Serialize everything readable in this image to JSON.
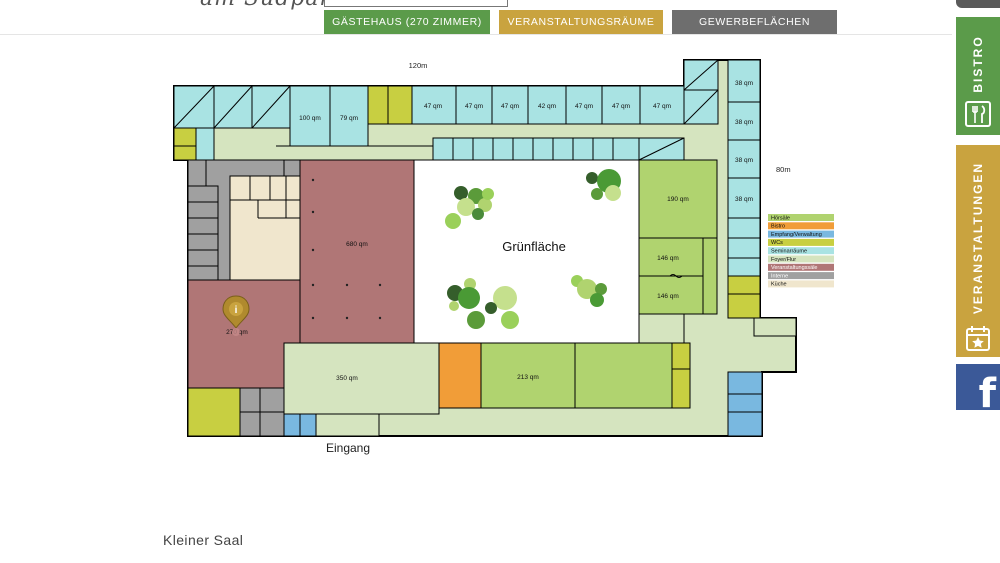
{
  "header": {
    "logo_text": "am Südpark",
    "tabs": [
      {
        "label": "GÄSTEHAUS (270 ZIMMER)",
        "color": "#5b9b4a"
      },
      {
        "label": "VERANSTALTUNGSRÄUME",
        "color": "#c9a33f"
      },
      {
        "label": "GEWERBEFLÄCHEN",
        "color": "#6e6e6e"
      }
    ]
  },
  "sidebar": {
    "bistro_label": "BISTRO",
    "events_label": "VERANSTALTUNGEN",
    "facebook_label": "f"
  },
  "floorplan": {
    "dim_width": "120m",
    "dim_height": "80m",
    "courtyard_label": "Grünfläche",
    "entrance_label": "Eingang",
    "room_labels": {
      "top_a": "100 qm",
      "top_b": "79 qm",
      "top_c1": "47 qm",
      "top_c2": "47 qm",
      "top_c3": "47 qm",
      "top_c4": "42 qm",
      "top_c5": "47 qm",
      "top_c6": "47 qm",
      "top_c7": "47 qm",
      "right_1": "38 qm",
      "right_2": "38 qm",
      "right_3": "38 qm",
      "right_4": "38 qm",
      "hall_big": "680 qm",
      "hall_left": "270 qm",
      "right_190": "190 qm",
      "right_146a": "146 qm",
      "right_146b": "146 qm",
      "foyer_350": "350 qm",
      "bottom_213": "213 qm"
    },
    "marker_icon": "info-pin-icon",
    "colors": {
      "hoersaele": "#b0d36f",
      "bistro": "#f19d38",
      "empfang": "#79b8e0",
      "wcs": "#c8cf41",
      "seminar": "#a9e3e3",
      "foyer": "#d5e4bf",
      "veranstaltung": "#b07676",
      "interne": "#a0a0a0",
      "kueche": "#f0e6cd"
    }
  },
  "legend": [
    {
      "label": "Hörsäle",
      "color": "#b0d36f"
    },
    {
      "label": "Bistro",
      "color": "#f19d38"
    },
    {
      "label": "Empfang/Verwaltung",
      "color": "#79b8e0"
    },
    {
      "label": "WCs",
      "color": "#c8cf41"
    },
    {
      "label": "Seminarräume",
      "color": "#a9e3e3"
    },
    {
      "label": "Foyer/Flur",
      "color": "#d5e4bf"
    },
    {
      "label": "Veranstaltungssäle",
      "color": "#b07676"
    },
    {
      "label": "Interne",
      "color": "#a0a0a0"
    },
    {
      "label": "Küche",
      "color": "#f0e6cd"
    }
  ],
  "caption": "Kleiner Saal"
}
